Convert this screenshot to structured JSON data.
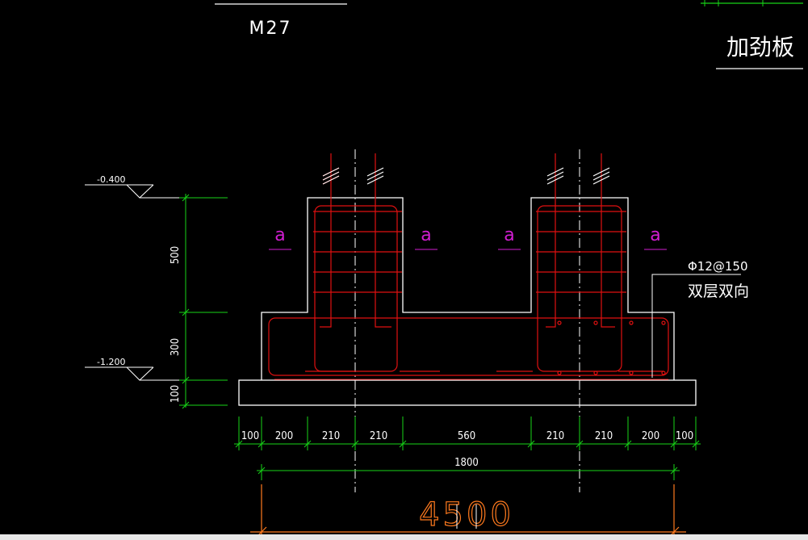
{
  "header": {
    "section_label": "M27",
    "plate_label": "加劲板"
  },
  "elevations": {
    "top": "-0.400",
    "bottom": "-1.200"
  },
  "vertical_dims": [
    "500",
    "300",
    "100"
  ],
  "horizontal_dims": [
    "100",
    "200",
    "210",
    "210",
    "560",
    "210",
    "210",
    "200",
    "100"
  ],
  "overall_dim": "1800",
  "large_dim": "4500",
  "section_marks": [
    "a",
    "a",
    "a",
    "a"
  ],
  "rebar_note": {
    "spec": "Φ12@150",
    "desc": "双层双向"
  },
  "colors": {
    "outline": "#ffffff",
    "rebar": "#e01010",
    "dimension": "#17d317",
    "mark": "#d21ed2",
    "large_dim": "#ff7a1e"
  }
}
